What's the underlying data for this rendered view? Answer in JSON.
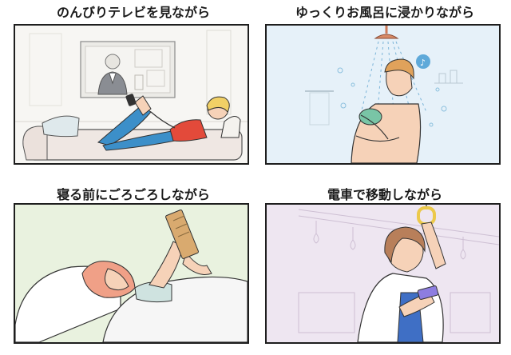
{
  "panels": [
    {
      "id": "tv",
      "caption": "のんびりテレビを見ながら"
    },
    {
      "id": "bath",
      "caption": "ゆっくりお風呂に浸かりながら"
    },
    {
      "id": "bed",
      "caption": "寝る前にごろごろしながら"
    },
    {
      "id": "train",
      "caption": "電車で移動しながら"
    }
  ],
  "colors": {
    "outline": "#1e1e1e",
    "tv_bg": "#f7f6f3",
    "bath_bg": "#e6f1f9",
    "bed_bg": "#e9f2df",
    "train_bg": "#eee6f1",
    "hair_blonde": "#f1d066",
    "skin": "#f6d2b8",
    "jeans": "#3c8fc9",
    "shirt_red": "#e34a3a",
    "sponge_green": "#79c5a6",
    "strap_yellow": "#ecc94b",
    "phone_tan": "#d9aa6f",
    "shirt_blue": "#3f6fc5"
  }
}
